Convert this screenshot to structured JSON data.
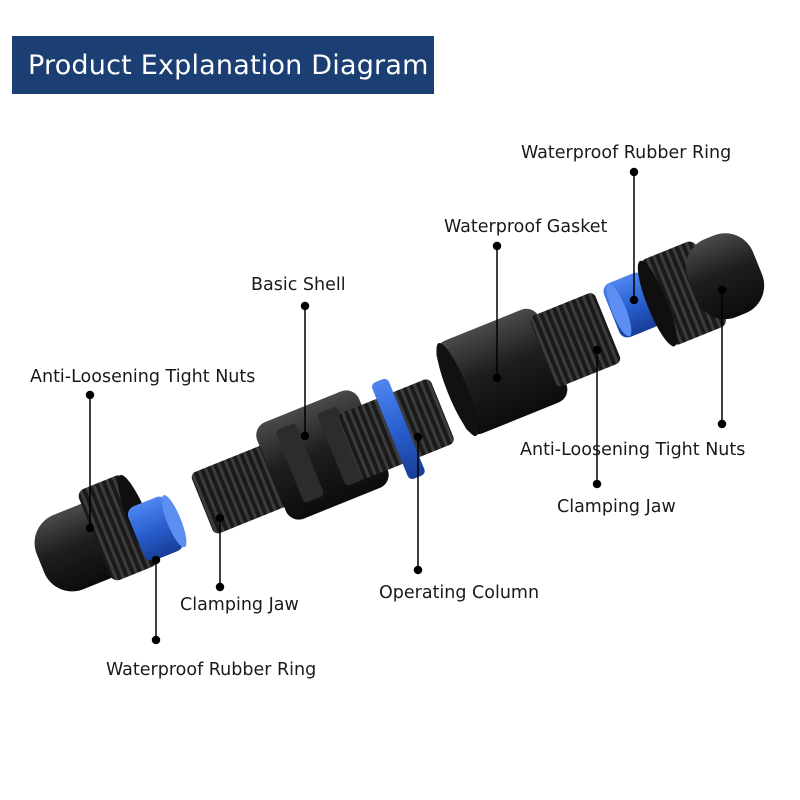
{
  "header": {
    "title": "Product Explanation Diagram"
  },
  "labels": {
    "waterproof_rubber_ring_right": "Waterproof Rubber Ring",
    "waterproof_gasket": "Waterproof Gasket",
    "basic_shell": "Basic Shell",
    "anti_loosening_left": "Anti-Loosening Tight Nuts",
    "anti_loosening_right": "Anti-Loosening Tight Nuts",
    "clamping_jaw_right": "Clamping Jaw",
    "clamping_jaw_left": "Clamping Jaw",
    "operating_column": "Operating Column",
    "waterproof_rubber_ring_left": "Waterproof Rubber Ring"
  },
  "colors": {
    "title_bg": "#1b3f73",
    "title_text": "#ffffff",
    "part_black": "#1c1c1c",
    "rubber_blue": "#2f63d6",
    "leader": "#000000"
  }
}
